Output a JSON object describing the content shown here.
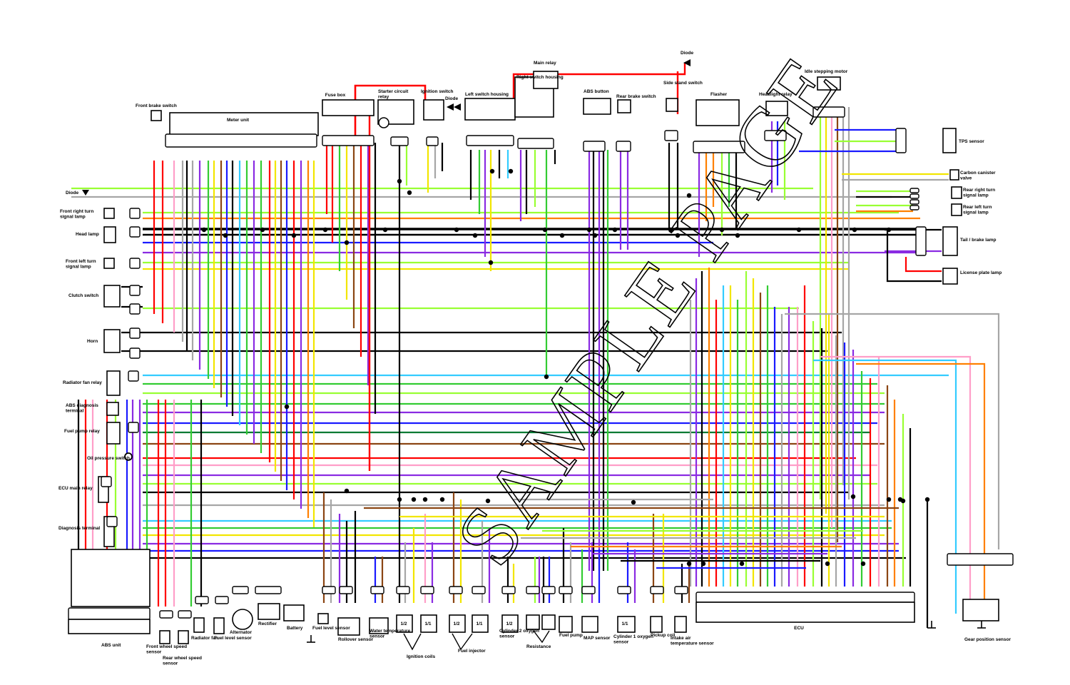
{
  "watermark": "SAMPLE PAGE",
  "colors": {
    "red": "#ff0000",
    "black": "#000000",
    "blue": "#1a1aff",
    "green": "#33cc33",
    "yellow": "#f2e600",
    "brown": "#8b4513",
    "purple": "#8a2be2",
    "orange": "#ff8000",
    "grey": "#a6a6a6",
    "pink": "#ff9ec8",
    "lightgreen": "#99ff33",
    "lightblue": "#33ccff",
    "darkgreen": "#007a33",
    "white": "#e6e6e6"
  },
  "top_components": [
    {
      "label": "Front brake switch"
    },
    {
      "label": "Meter unit"
    },
    {
      "label": "Fuse box"
    },
    {
      "label": "Starter circuit relay"
    },
    {
      "label": "Ignition switch"
    },
    {
      "label": "Diode"
    },
    {
      "label": "Left switch housing"
    },
    {
      "label": "Main relay"
    },
    {
      "label": "Right switch housing"
    },
    {
      "label": "ABS button"
    },
    {
      "label": "Rear brake switch"
    },
    {
      "label": "Side stand switch"
    },
    {
      "label": "Diode"
    },
    {
      "label": "Flasher"
    },
    {
      "label": "Headlight relay"
    },
    {
      "label": "Idle stepping motor"
    }
  ],
  "left_components": [
    {
      "label": "Diode"
    },
    {
      "label": "Front right turn signal lamp"
    },
    {
      "label": "Head lamp"
    },
    {
      "label": "Front left turn signal lamp"
    },
    {
      "label": "Clutch switch"
    },
    {
      "label": "Horn"
    },
    {
      "label": "Radiator fan relay"
    },
    {
      "label": "ABS diagnosis terminal"
    },
    {
      "label": "Fuel pump relay"
    },
    {
      "label": "Oil pressure switch"
    },
    {
      "label": "ECU main relay"
    },
    {
      "label": "Diagnosis terminal"
    }
  ],
  "right_components": [
    {
      "label": "TPS sensor"
    },
    {
      "label": "Carbon canister valve"
    },
    {
      "label": "Rear right turn signal lamp"
    },
    {
      "label": "Rear left turn signal lamp"
    },
    {
      "label": "Tail / brake lamp"
    },
    {
      "label": "License plate lamp"
    },
    {
      "label": "Gear position sensor"
    }
  ],
  "bottom_components": [
    {
      "label": "ABS unit"
    },
    {
      "label": "Front wheel speed sensor"
    },
    {
      "label": "Rear wheel speed sensor"
    },
    {
      "label": "Radiator fan"
    },
    {
      "label": "Fuel level sensor"
    },
    {
      "label": "Alternator"
    },
    {
      "label": "Rectifier"
    },
    {
      "label": "Battery"
    },
    {
      "label": "Fuel level sensor"
    },
    {
      "label": "Rollover sensor"
    },
    {
      "label": "Water temperature sensor"
    },
    {
      "label": "Ignition coils"
    },
    {
      "label": "Fuel injector"
    },
    {
      "label": "Cylinder 2 oxygen sensor"
    },
    {
      "label": "Resistance"
    },
    {
      "label": "Fuel pump"
    },
    {
      "label": "MAP sensor"
    },
    {
      "label": "Cylinder 1 oxygen sensor"
    },
    {
      "label": "Pickup coil"
    },
    {
      "label": "Intake air temperature sensor"
    },
    {
      "label": "ECU"
    }
  ],
  "coil_tags": [
    "1/2",
    "1/1",
    "1/2",
    "1/1",
    "1/2",
    "1/1"
  ]
}
